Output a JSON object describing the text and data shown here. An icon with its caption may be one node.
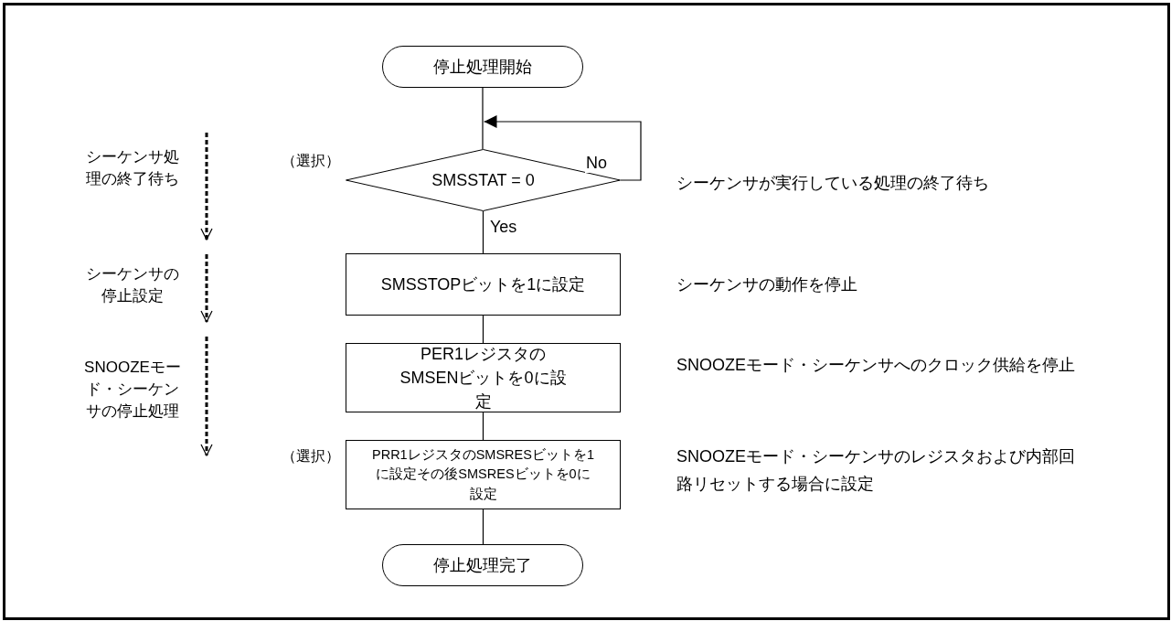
{
  "diagram": {
    "nodes": [
      {
        "text": [
          "停止処理開始"
        ]
      },
      {
        "text": [
          "SMSSTAT = 0"
        ],
        "beside": [
          "（選択）",
          "シーケンサが実行している処理の終了待ち"
        ]
      },
      {
        "text": [
          "SMSSTOPビットを1に設定"
        ],
        "beside": [
          "シーケンサの動作を停止"
        ]
      },
      {
        "text": [
          "PER1レジスタのSMSENビットを0に設定"
        ],
        "beside": [
          "SNOOZEモード・シーケンサへのクロック供給を停止"
        ]
      },
      {
        "text": [
          "PRR1レジスタのSMSRESビットを1に設定その後SMSRESビットを0に設定"
        ],
        "beside": [
          "（選択）",
          "SNOOZEモード・シーケンサのレジスタおよび内部回路リセットする場合に設定"
        ]
      },
      {
        "text": [
          "停止処理完了"
        ]
      }
    ],
    "edges": [
      {
        "from": 0,
        "to": 1,
        "arrow": "none"
      },
      {
        "from": 1,
        "to": 1,
        "arrow": "to",
        "label": "No"
      },
      {
        "from": 1,
        "to": 2,
        "arrow": "none",
        "label": "Yes"
      },
      {
        "from": 2,
        "to": 3,
        "arrow": "none"
      },
      {
        "from": 3,
        "to": 4,
        "arrow": "none"
      },
      {
        "from": 4,
        "to": 5,
        "arrow": "none"
      }
    ],
    "labels": [
      "シーケンサ処理の終了待ち",
      "シーケンサの停止設定",
      "SNOOZEモード・シーケンサの停止処理"
    ]
  }
}
